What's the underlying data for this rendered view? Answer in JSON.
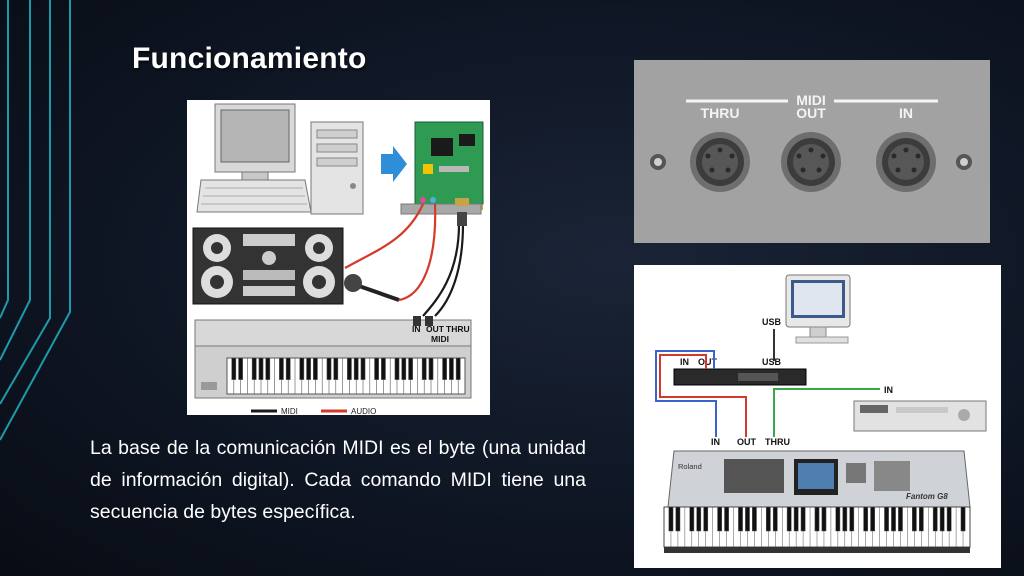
{
  "slide": {
    "title": "Funcionamiento",
    "body": "La base de la comunicación MIDI es el byte (una unidad de información digital). Cada comando MIDI tiene una secuencia de bytes específica."
  },
  "diagram_left": {
    "keyboard_port_labels": [
      "IN",
      "OUT",
      "THRU"
    ],
    "keyboard_label": "MIDI",
    "legend": [
      {
        "label": "MIDI",
        "color": "#1a1a1a"
      },
      {
        "label": "AUDIO",
        "color": "#d43a2a"
      }
    ]
  },
  "photo_ports": {
    "group_label": "MIDI",
    "ports": [
      "THRU",
      "OUT",
      "IN"
    ]
  },
  "diagram_right": {
    "usb_top": "USB",
    "interface_in": "IN",
    "interface_out": "OUT",
    "usb_bottom": "USB",
    "module_in": "IN",
    "keyboard_ports": [
      "IN",
      "OUT",
      "THRU"
    ],
    "brand": "Roland",
    "model": "Fantom G8"
  },
  "colors": {
    "accent_teal": "#1fa9b8",
    "midi_blue": "#3a64c8",
    "midi_red": "#d43a2a",
    "midi_green": "#3aa84a"
  }
}
